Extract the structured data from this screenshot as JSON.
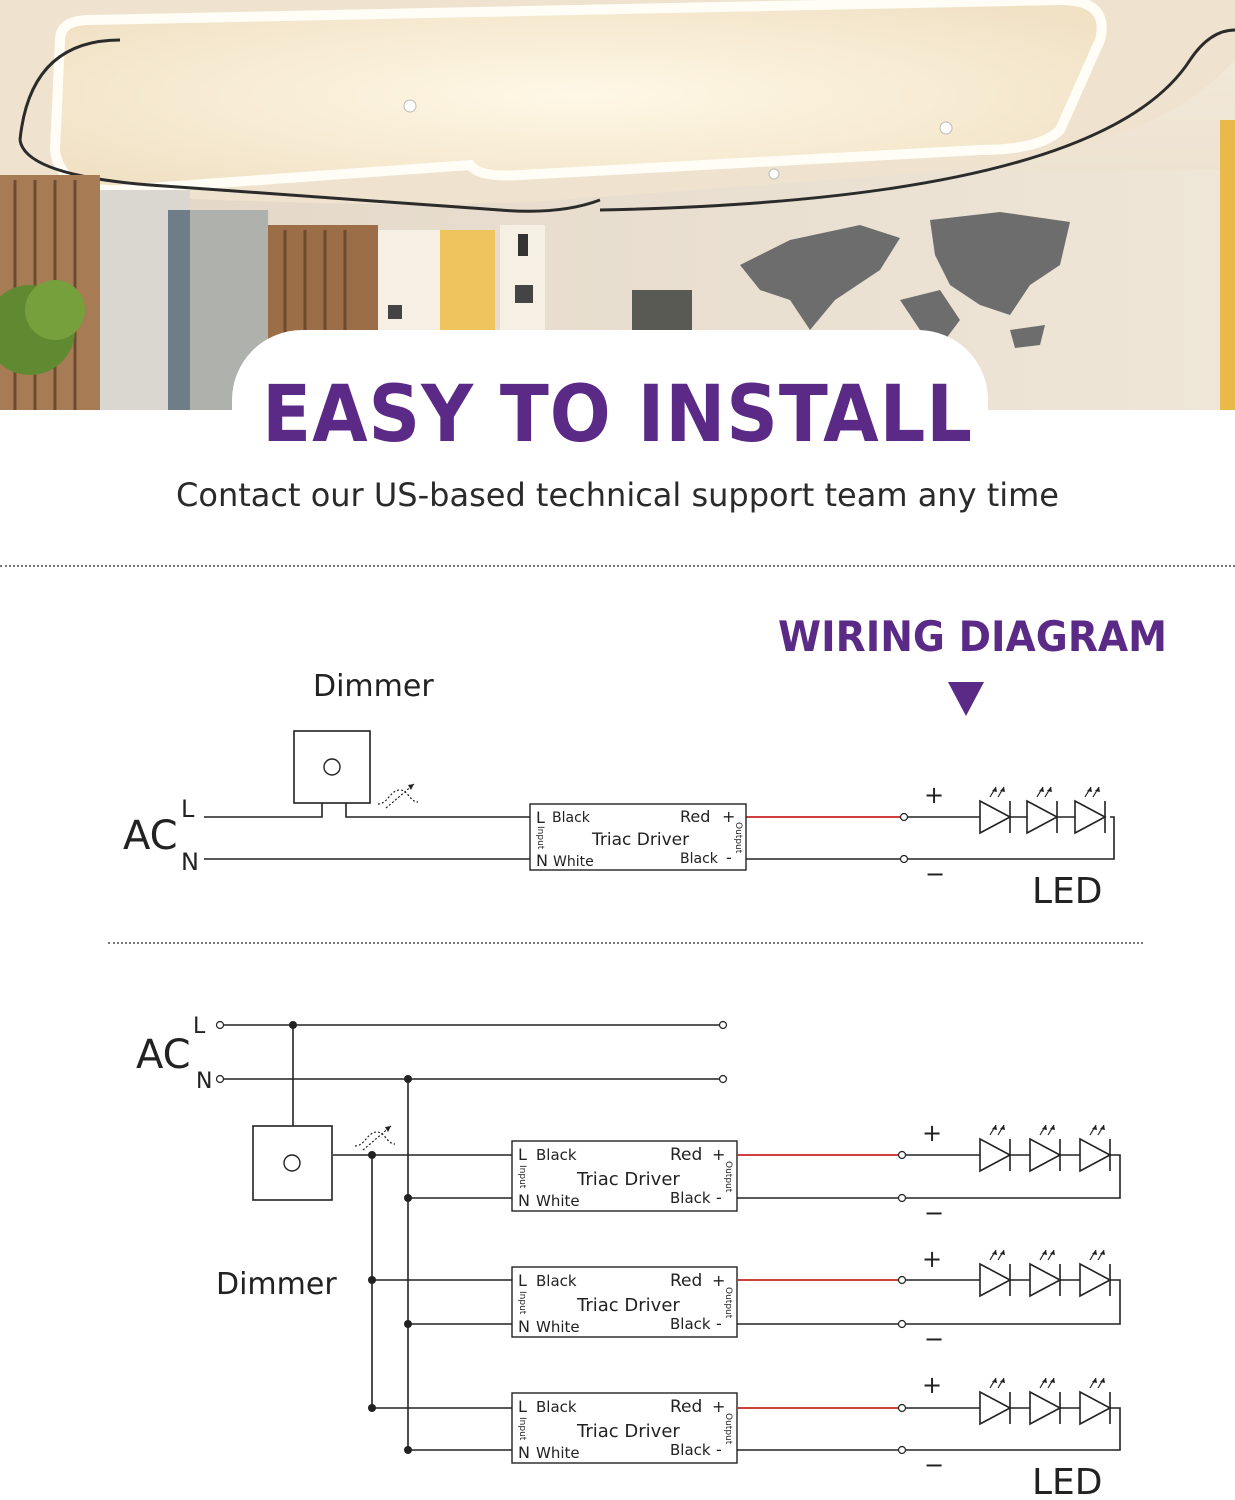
{
  "hero": {
    "title": "EASY TO INSTALL",
    "subtitle": "Contact our US-based technical support team any time"
  },
  "wiring": {
    "title": "WIRING DIAGRAM",
    "dimmer_label": "Dimmer",
    "ac_label": "AC",
    "line_label": "L",
    "neutral_label": "N",
    "led_label": "LED",
    "plus": "+",
    "minus": "−",
    "driver": {
      "name": "Triac Driver",
      "input_label": "Input",
      "output_label": "Output",
      "l_term": "L",
      "l_color": "Black",
      "n_term": "N",
      "n_color": "White",
      "pos_color": "Red",
      "pos_sign": "+",
      "neg_color": "Black",
      "neg_sign": "-"
    }
  },
  "colors": {
    "accent": "#5a2a86",
    "wire": "#222222",
    "positive_wire": "#cc2222"
  }
}
